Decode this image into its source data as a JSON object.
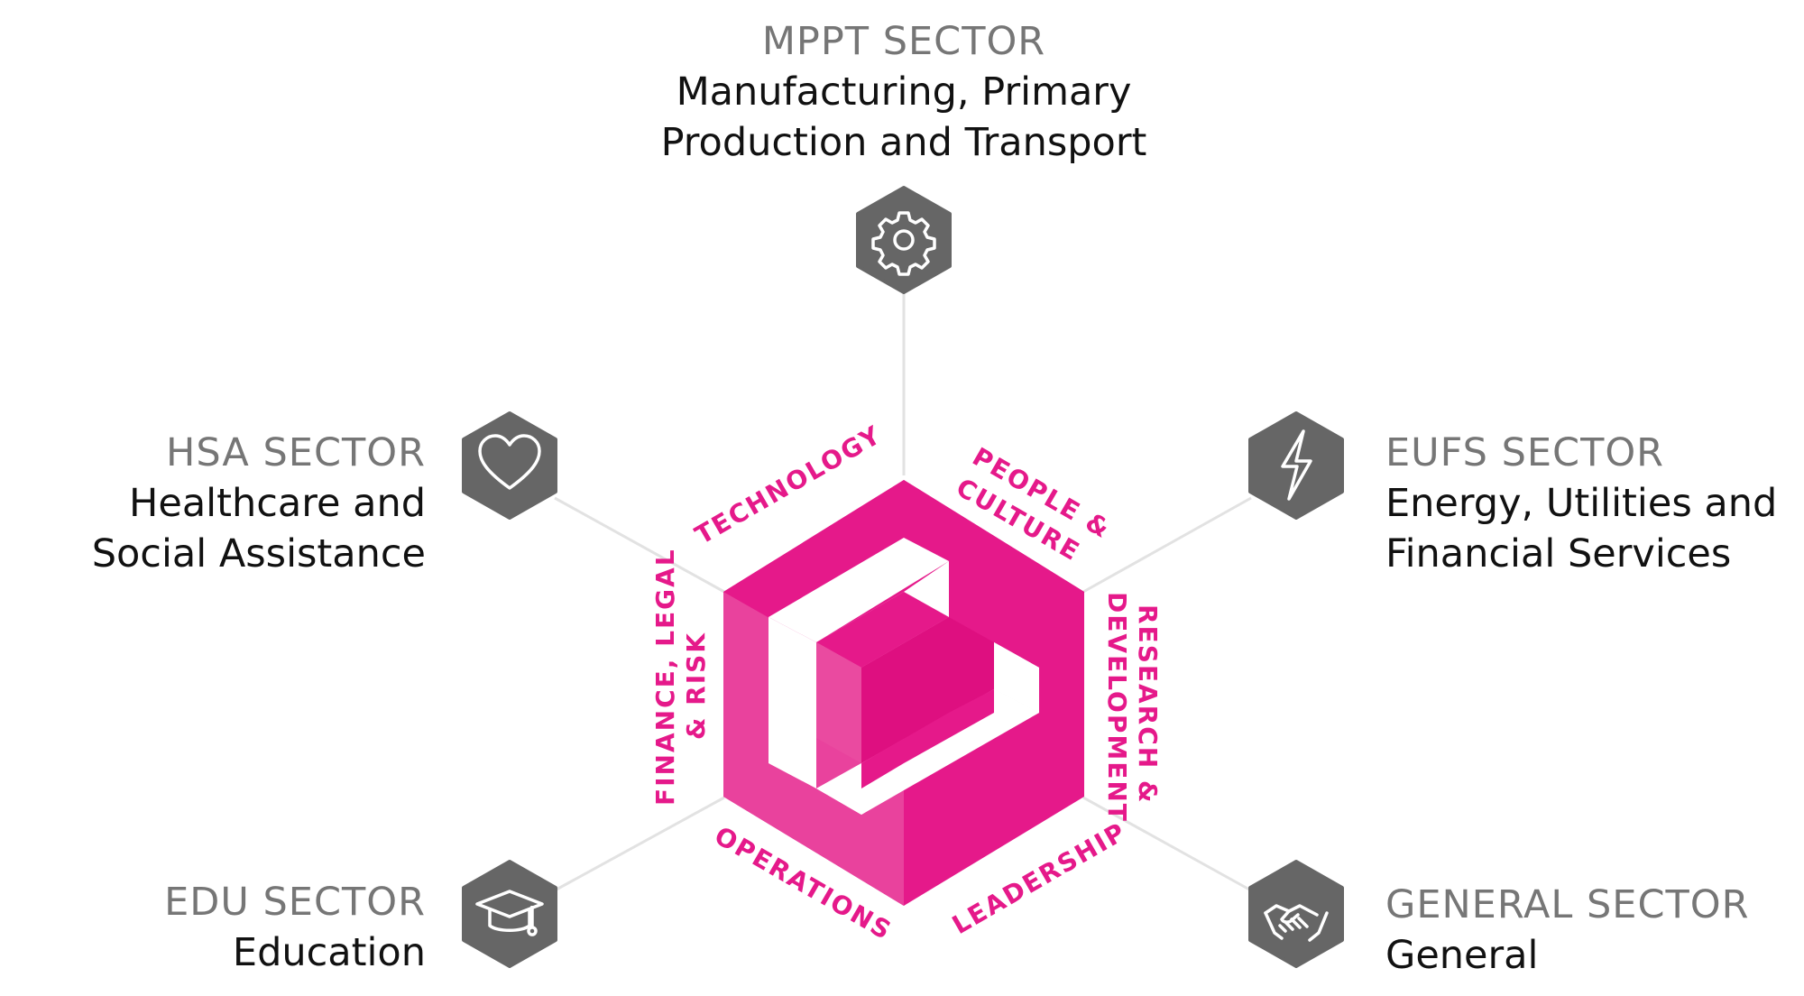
{
  "colors": {
    "accent": "#e5198a",
    "accent_light": "#ea4aa0",
    "accent_dark": "#de0f80",
    "icon_hex": "#666666",
    "connector": "#e2e2e2",
    "sector_code": "#767676",
    "sector_name": "#111111"
  },
  "sectors": {
    "mppt": {
      "code": "MPPT SECTOR",
      "name": "Manufacturing, Primary\nProduction and Transport",
      "icon": "gear-icon"
    },
    "hsa": {
      "code": "HSA SECTOR",
      "name": "Healthcare and\nSocial Assistance",
      "icon": "heart-icon"
    },
    "eufs": {
      "code": "EUFS SECTOR",
      "name": "Energy, Utilities and\nFinancial Services",
      "icon": "lightning-icon"
    },
    "edu": {
      "code": "EDU SECTOR",
      "name": "Education",
      "icon": "graduation-cap-icon"
    },
    "general": {
      "code": "GENERAL SECTOR",
      "name": "General",
      "icon": "handshake-icon"
    }
  },
  "functions": {
    "technology": "TECHNOLOGY",
    "people_culture_1": "PEOPLE &",
    "people_culture_2": "CULTURE",
    "research_1": "RESEARCH &",
    "research_2": "DEVELOPMENT",
    "finance_1": "FINANCE, LEGAL",
    "finance_2": "& RISK",
    "operations": "OPERATIONS",
    "leadership": "LEADERSHIP"
  }
}
